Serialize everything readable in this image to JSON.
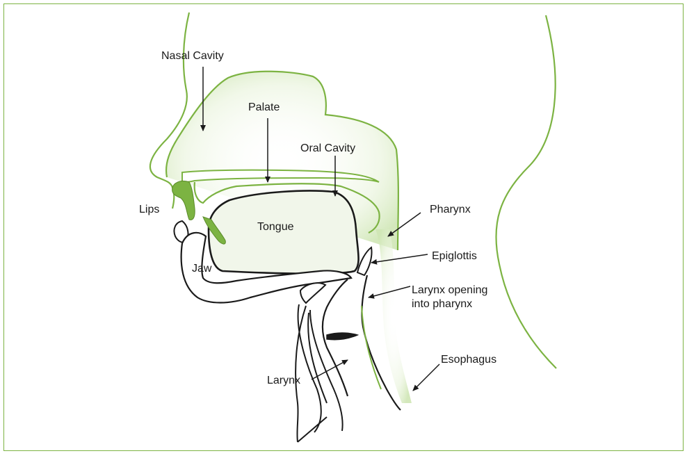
{
  "colors": {
    "accent_green": "#7cb342",
    "outline_black": "#1a1a1a",
    "shade_green": "#dcedc8"
  },
  "labels": {
    "nasal_cavity": "Nasal Cavity",
    "palate": "Palate",
    "oral_cavity": "Oral Cavity",
    "lips": "Lips",
    "tongue": "Tongue",
    "pharynx": "Pharynx",
    "epiglottis": "Epiglottis",
    "jaw": "Jaw",
    "larynx_opening_line1": "Larynx opening",
    "larynx_opening_line2": "into pharynx",
    "esophagus": "Esophagus",
    "larynx": "Larynx"
  }
}
